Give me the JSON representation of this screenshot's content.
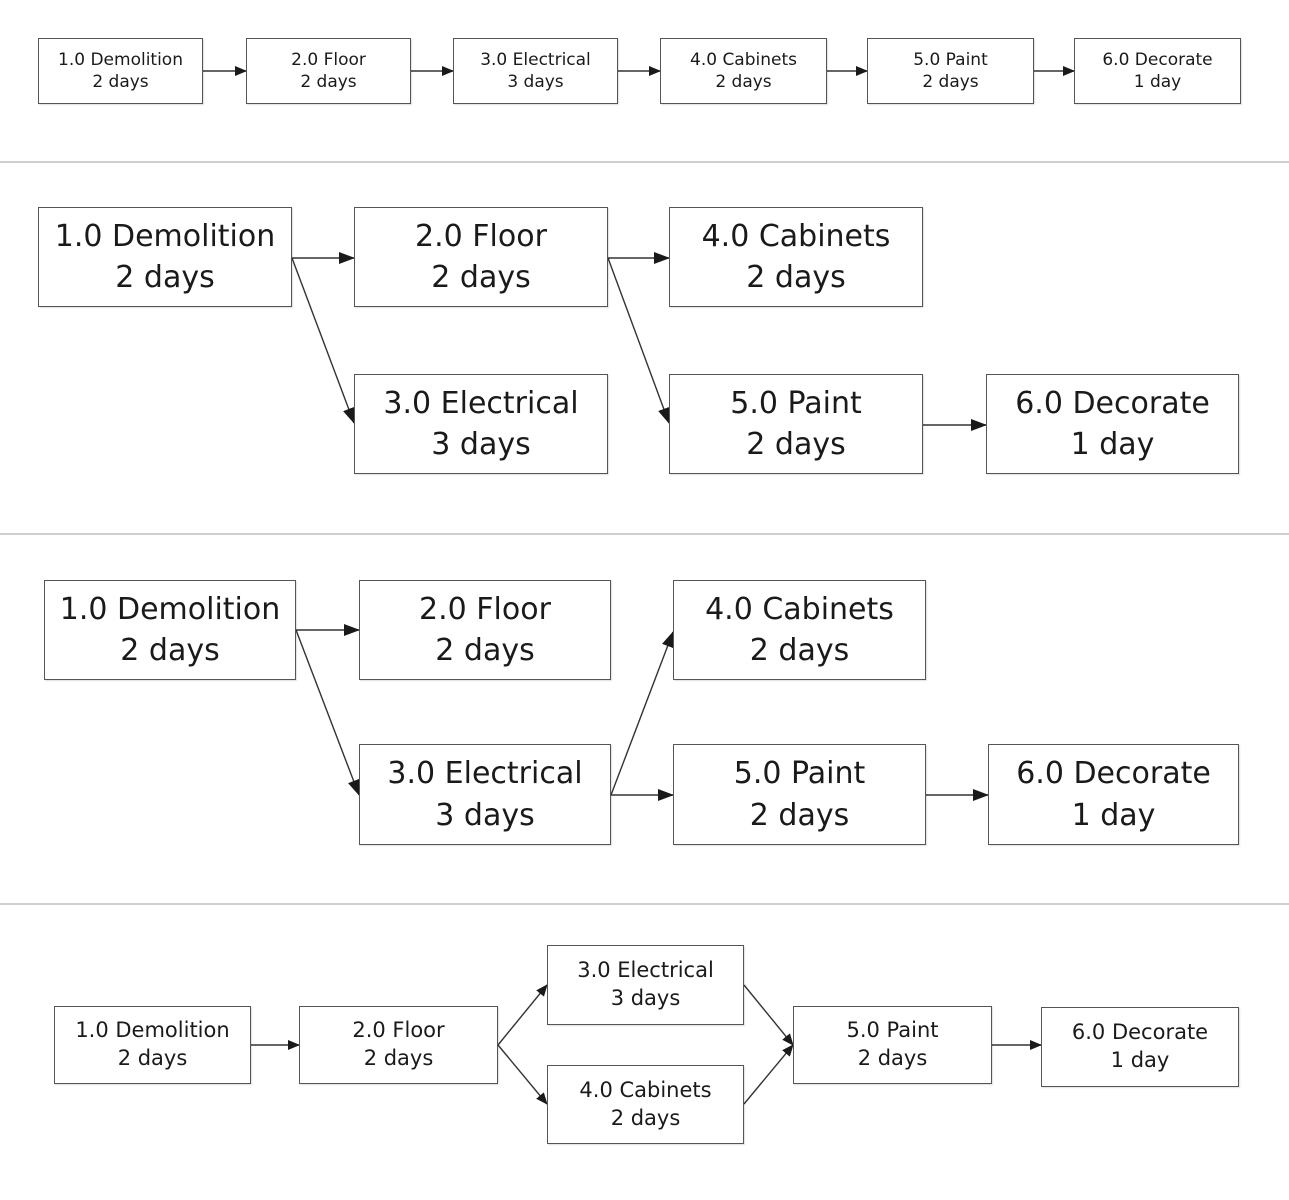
{
  "task_labels": {
    "t1": "1.0 Demolition",
    "t2": "2.0 Floor",
    "t3": "3.0 Electrical",
    "t4": "4.0 Cabinets",
    "t5": "5.0 Paint",
    "t6": "6.0 Decorate"
  },
  "durations": {
    "t1": "2 days",
    "t2": "2 days",
    "t3": "3 days",
    "t4": "2 days",
    "t5": "2 days",
    "t6": "1 day"
  }
}
